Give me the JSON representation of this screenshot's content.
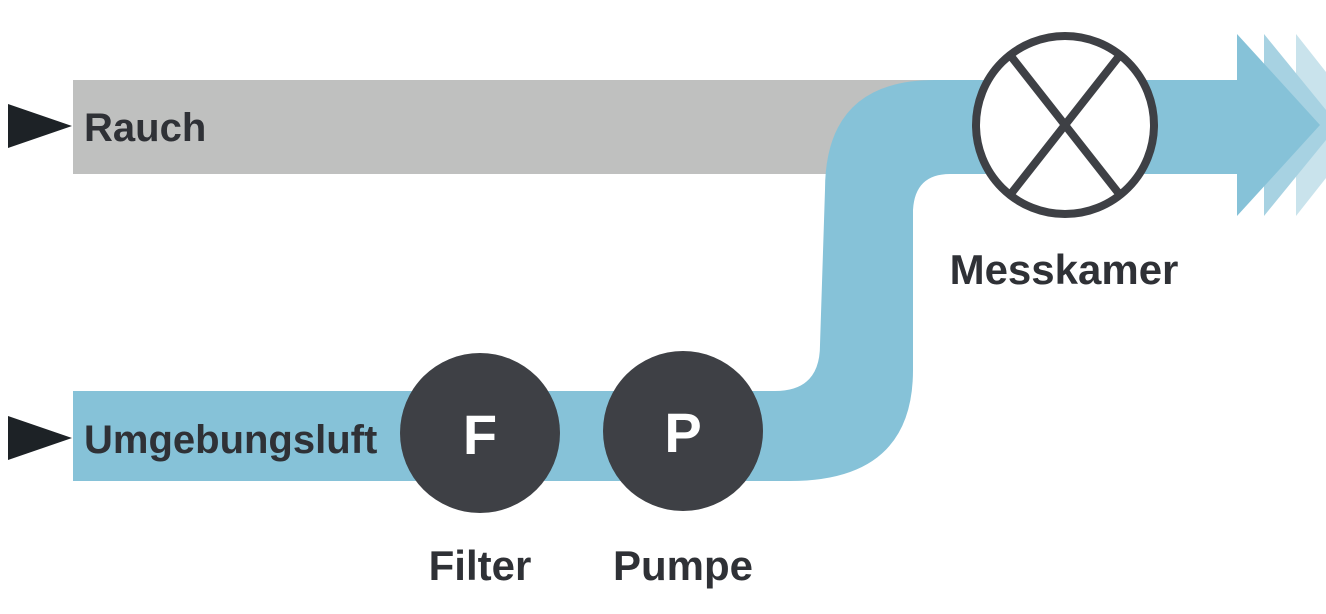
{
  "streams": {
    "smoke_label": "Rauch",
    "ambient_label": "Umgebungsluft"
  },
  "components": {
    "filter": {
      "letter": "F",
      "label": "Filter"
    },
    "pump": {
      "letter": "P",
      "label": "Pumpe"
    },
    "chamber": {
      "label": "Messkamer"
    }
  },
  "colors": {
    "smoke": "#bfc0bf",
    "air": "#86c2d8",
    "air_fade_1": "#a7d2e2",
    "air_fade_2": "#c9e3ec",
    "component": "#3e4045",
    "arrow": "#1d2226"
  }
}
